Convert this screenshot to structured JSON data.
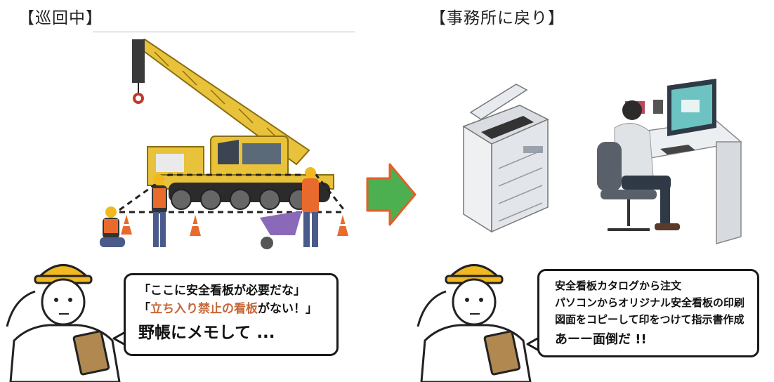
{
  "headings": {
    "left": "【巡回中】",
    "right": "【事務所に戻り】"
  },
  "bubble_left": {
    "line1": "「ここに安全看板が必要だな」",
    "line2_open": "「",
    "line2_accent": "立ち入り禁止の看板",
    "line2_rest": "がない！」",
    "line3": "野帳にメモして ..."
  },
  "bubble_right": {
    "line1": "安全看板カタログから注文",
    "line2": "パソコンからオリジナル安全看板の印刷",
    "line3": "図面をコピーして印をつけて指示書作成",
    "line4": "あーー面倒だ !!"
  },
  "colors": {
    "accent": "#c6673a",
    "arrow_fill": "#4caf50",
    "arrow_stroke": "#e0612a",
    "crane_yellow": "#e8c23a",
    "helmet_yellow": "#f2b820"
  },
  "icons": [
    "crane-illustration",
    "worker-illustration",
    "arrow-right-icon",
    "copier-illustration",
    "office-worker-illustration",
    "supervisor-illustration"
  ]
}
